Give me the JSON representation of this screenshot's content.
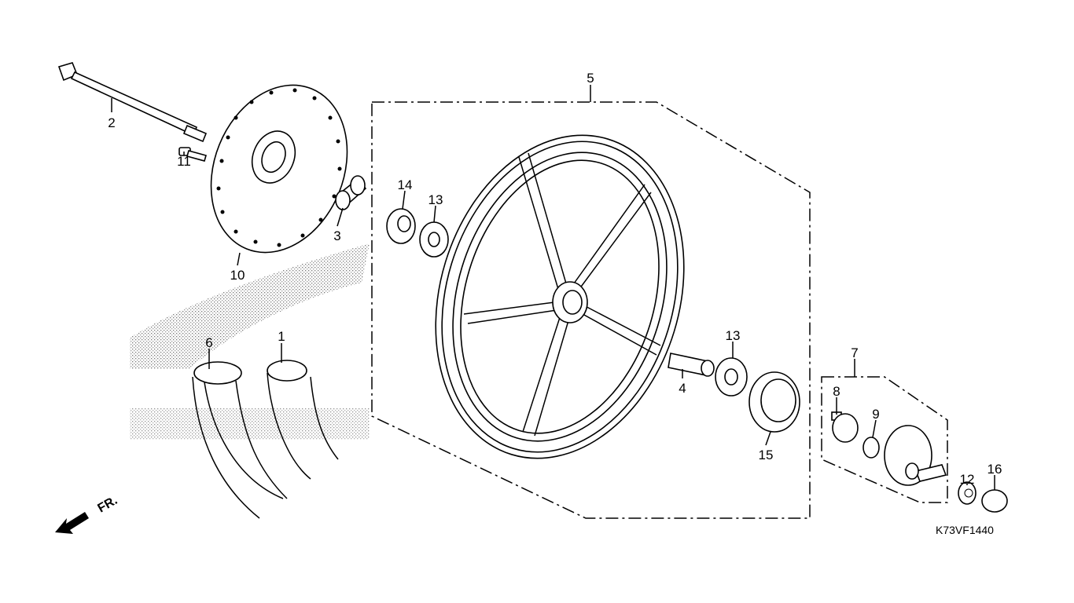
{
  "diagram": {
    "part_code": "K73VF1440",
    "direction_marker": "FR.",
    "callouts": {
      "c1": "1",
      "c2": "2",
      "c3": "3",
      "c4": "4",
      "c5": "5",
      "c6": "6",
      "c7": "7",
      "c8": "8",
      "c9": "9",
      "c10": "10",
      "c11": "11",
      "c12": "12",
      "c13a": "13",
      "c13b": "13",
      "c14": "14",
      "c15": "15",
      "c16": "16"
    }
  }
}
